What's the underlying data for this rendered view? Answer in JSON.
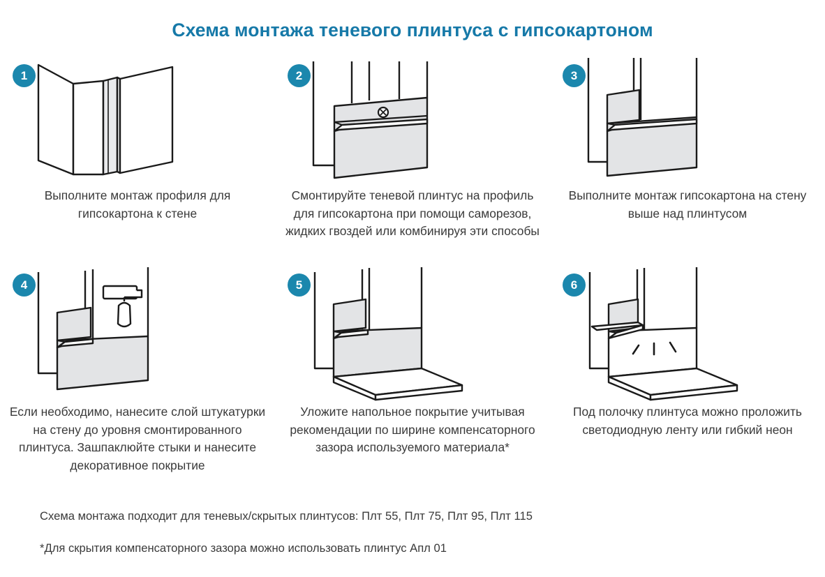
{
  "title": "Схема монтажа теневого плинтуса с гипсокартоном",
  "colors": {
    "title": "#1679a8",
    "badge": "#1b87ad",
    "badge_text": "#ffffff",
    "outline": "#1a1a1a",
    "panel_fill": "#e3e4e6",
    "body_text": "#3a3a3a",
    "background": "#ffffff"
  },
  "steps": [
    {
      "number": "1",
      "caption": "Выполните монтаж профиля для гипсокартона к стене",
      "figure": "corner-wall-with-profile"
    },
    {
      "number": "2",
      "caption": "Смонтируйте теневой плинтус на профиль для гипсокартона при помощи саморезов, жидких гвоздей или комбинируя эти способы",
      "figure": "baseboard-mounted-with-screw"
    },
    {
      "number": "3",
      "caption": "Выполните монтаж гипсокартона на стену выше над плинтусом",
      "figure": "drywall-above-baseboard"
    },
    {
      "number": "4",
      "caption": "Если необходимо, нанесите слой штукатурки на стену до уровня смонтированного плинтуса. Зашпаклюйте стыки и нанесите декоративное покрытие",
      "figure": "plaster-roller-on-wall"
    },
    {
      "number": "5",
      "caption": "Уложите напольное покрытие учитывая рекомендации по ширине компенсаторного зазора используемого материала*",
      "figure": "floor-covering-laid"
    },
    {
      "number": "6",
      "caption": "Под полочку плинтуса можно проложить светодиодную ленту или гибкий неон",
      "figure": "led-strip-under-shelf"
    }
  ],
  "footnotes": [
    "Схема монтажа подходит для теневых/скрытых плинтусов: Плт 55, Плт 75, Плт 95, Плт 115",
    "*Для скрытия компенсаторного зазора можно использовать плинтус Апл 01"
  ]
}
